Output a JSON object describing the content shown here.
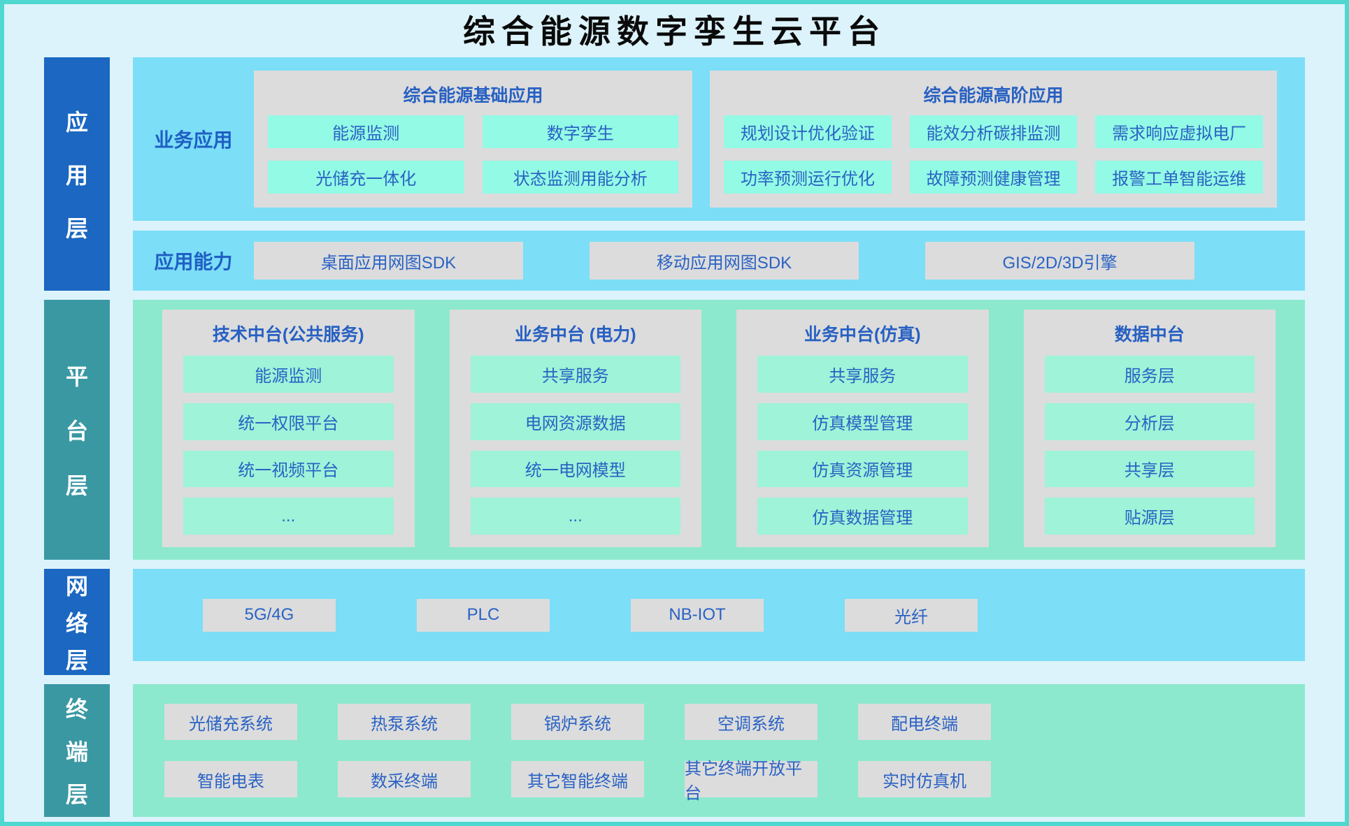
{
  "title": "综合能源数字孪生云平台",
  "colors": {
    "page_border": "#4ed8d0",
    "page_background": "#ddf3fb",
    "blue_layer_bar": "#1b67c1",
    "teal_layer_bar": "#3a98a3",
    "lightblue_row": "#7cdef7",
    "green_row": "#8ce9cd",
    "panel_gray": "#dcdcdc",
    "mint_app_chip": "#93fae5",
    "mint_platform_chip": "#9ef3d8",
    "box_text_blue": "#2a62c4",
    "title_color": "#0a0a0a"
  },
  "application_layer": {
    "label": "应用层",
    "business_row": {
      "label": "业务应用",
      "basic_panel": {
        "title": "综合能源基础应用",
        "items": [
          "能源监测",
          "数字孪生",
          "光储充一体化",
          "状态监测用能分析"
        ]
      },
      "advanced_panel": {
        "title": "综合能源高阶应用",
        "items": [
          "规划设计优化验证",
          "能效分析碳排监测",
          "需求响应虚拟电厂",
          "功率预测运行优化",
          "故障预测健康管理",
          "报警工单智能运维"
        ]
      }
    },
    "capability_row": {
      "label": "应用能力",
      "buttons": [
        "桌面应用网图SDK",
        "移动应用网图SDK",
        "GIS/2D/3D引擎"
      ]
    }
  },
  "platform_layer": {
    "label": "平台层",
    "panels": [
      {
        "title": "技术中台(公共服务)",
        "items": [
          "能源监测",
          "统一权限平台",
          "统一视频平台",
          "..."
        ]
      },
      {
        "title": "业务中台 (电力)",
        "items": [
          "共享服务",
          "电网资源数据",
          "统一电网模型",
          "..."
        ]
      },
      {
        "title": "业务中台(仿真)",
        "items": [
          "共享服务",
          "仿真模型管理",
          "仿真资源管理",
          "仿真数据管理"
        ]
      },
      {
        "title": "数据中台",
        "items": [
          "服务层",
          "分析层",
          "共享层",
          "贴源层"
        ]
      }
    ]
  },
  "network_layer": {
    "label": "网络层",
    "buttons": [
      "5G/4G",
      "PLC",
      "NB-IOT",
      "光纤"
    ]
  },
  "terminal_layer": {
    "label": "终端层",
    "row1": [
      "光储充系统",
      "热泵系统",
      "锅炉系统",
      "空调系统",
      "配电终端"
    ],
    "row2": [
      "智能电表",
      "数采终端",
      "其它智能终端",
      "其它终端开放平台",
      "实时仿真机"
    ]
  }
}
